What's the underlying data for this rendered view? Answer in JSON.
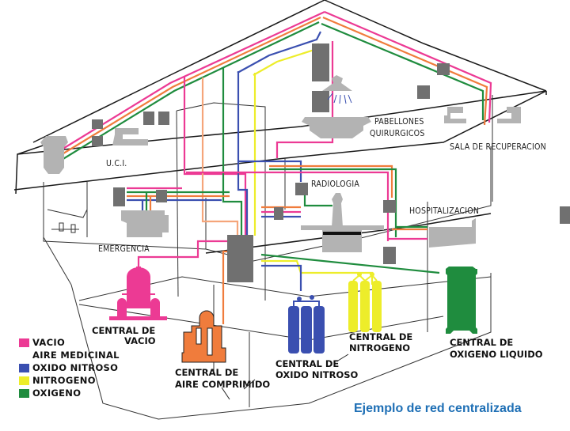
{
  "diagram": {
    "caption": "Ejemplo de red centralizada",
    "areas": [
      {
        "id": "uci",
        "label": "U.C.I."
      },
      {
        "id": "pabellones",
        "label_line1": "PABELLONES",
        "label_line2": "QUIRURGICOS"
      },
      {
        "id": "recuperacion",
        "label": "SALA DE RECUPERACION"
      },
      {
        "id": "radiologia",
        "label": "RADIOLOGIA"
      },
      {
        "id": "hospitalizacion",
        "label": "HOSPITALIZACION"
      },
      {
        "id": "emergencia",
        "label": "EMERGENCIA"
      }
    ],
    "centrals": [
      {
        "id": "vacio",
        "line1": "CENTRAL DE",
        "line2": "VACIO",
        "color": "#ec3a94"
      },
      {
        "id": "aire",
        "line1": "CENTRAL DE",
        "line2": "AIRE COMPRIMIDO",
        "color": "#f07c3c"
      },
      {
        "id": "oxido",
        "line1": "CENTRAL DE",
        "line2": "OXIDO NITROSO",
        "color": "#3a4fb0"
      },
      {
        "id": "nitrogeno",
        "line1": "CENTRAL DE",
        "line2": "NITROGENO",
        "color": "#eded2a"
      },
      {
        "id": "oxigeno",
        "line1": "CENTRAL DE",
        "line2": "OXIGENO LIQUIDO",
        "color": "#1f8c3e"
      }
    ],
    "legend": [
      {
        "label": "VACIO",
        "color": "#ec3a94"
      },
      {
        "label": "AIRE MEDICINAL",
        "color": "#ffffff"
      },
      {
        "label": "OXIDO NITROSO",
        "color": "#3a4fb0"
      },
      {
        "label": "NITROGENO",
        "color": "#eded2a"
      },
      {
        "label": "OXIGENO",
        "color": "#1f8c3e"
      }
    ],
    "colors": {
      "vacio": "#ec3a94",
      "aire": "#f07c3c",
      "aire_light": "#f5a57a",
      "oxido": "#3a4fb0",
      "nitrogeno": "#eded2a",
      "oxigeno": "#1f8c3e",
      "caption": "#1e6fb5"
    }
  }
}
